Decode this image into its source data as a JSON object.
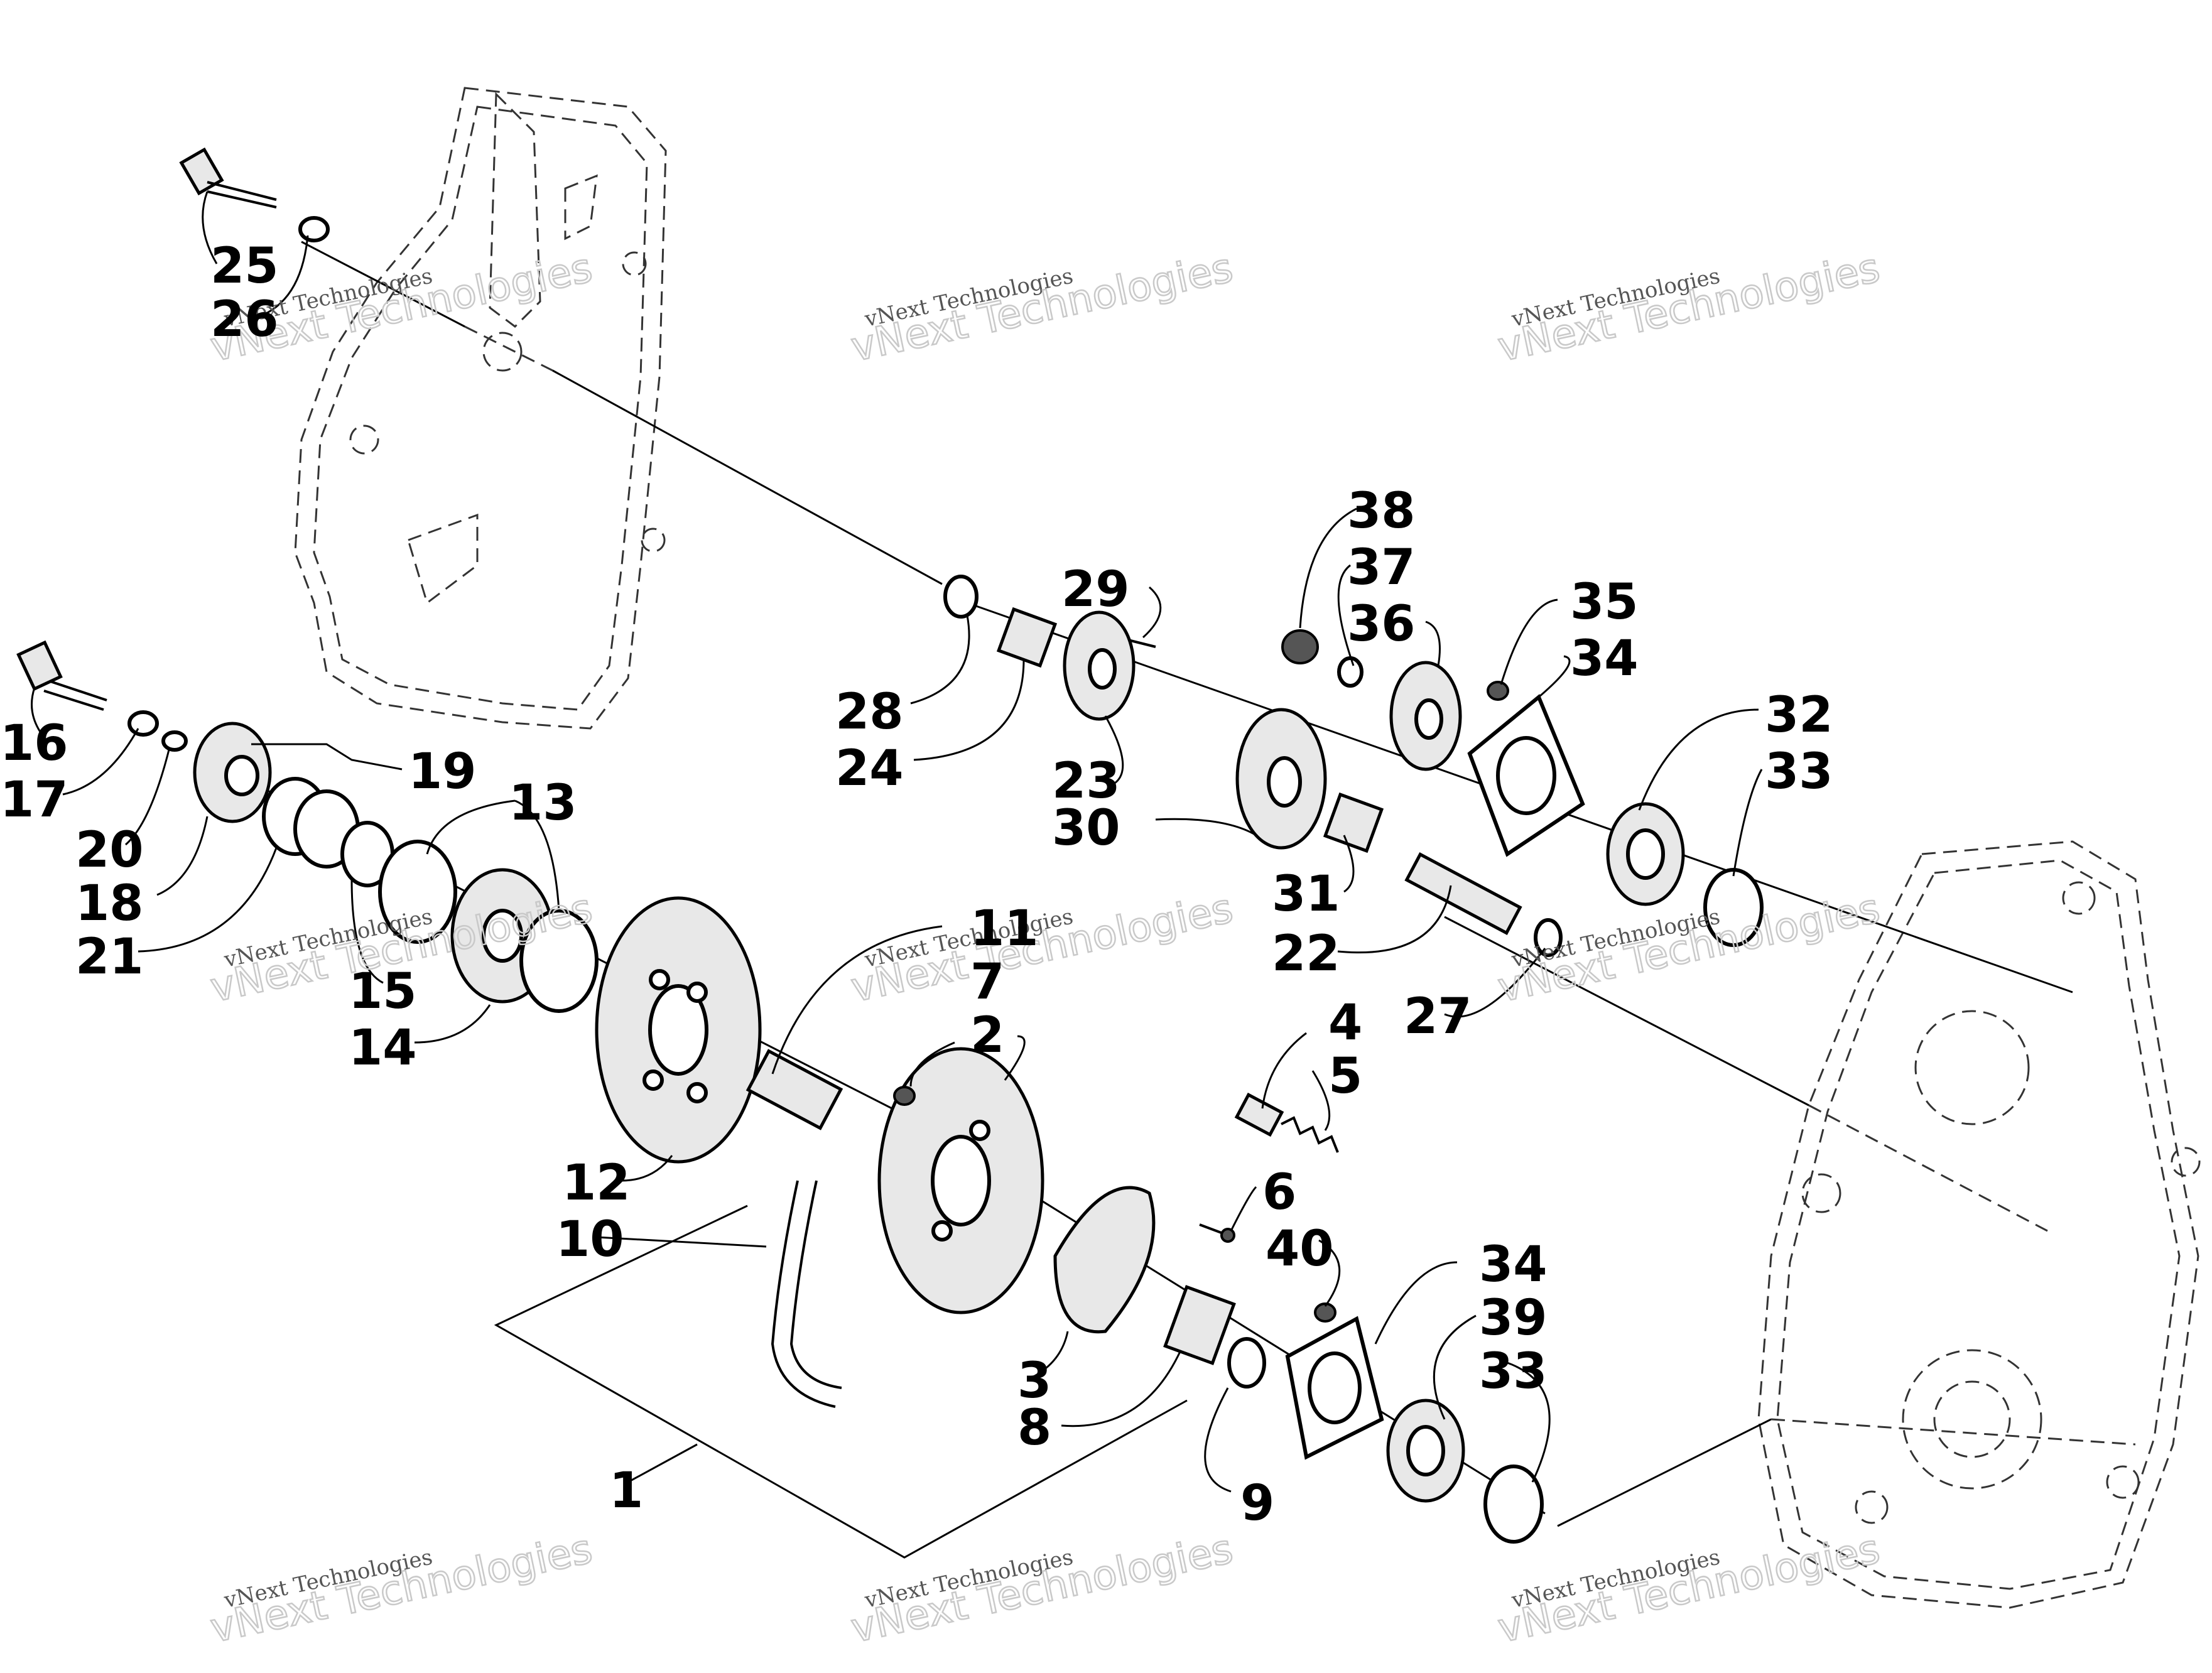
{
  "callouts": [
    {
      "id": "c25",
      "text": "25"
    },
    {
      "id": "c26",
      "text": "26"
    },
    {
      "id": "c16",
      "text": "16"
    },
    {
      "id": "c17",
      "text": "17"
    },
    {
      "id": "c19",
      "text": "19"
    },
    {
      "id": "c20",
      "text": "20"
    },
    {
      "id": "c18",
      "text": "18"
    },
    {
      "id": "c21",
      "text": "21"
    },
    {
      "id": "c13",
      "text": "13"
    },
    {
      "id": "c15",
      "text": "15"
    },
    {
      "id": "c14",
      "text": "14"
    },
    {
      "id": "c12",
      "text": "12"
    },
    {
      "id": "c11",
      "text": "11"
    },
    {
      "id": "c7",
      "text": "7"
    },
    {
      "id": "c2",
      "text": "2"
    },
    {
      "id": "c10",
      "text": "10"
    },
    {
      "id": "c1",
      "text": "1"
    },
    {
      "id": "c3",
      "text": "3"
    },
    {
      "id": "c8",
      "text": "8"
    },
    {
      "id": "c9",
      "text": "9"
    },
    {
      "id": "c6",
      "text": "6"
    },
    {
      "id": "c40",
      "text": "40"
    },
    {
      "id": "c4",
      "text": "4"
    },
    {
      "id": "c5",
      "text": "5"
    },
    {
      "id": "c34b",
      "text": "34"
    },
    {
      "id": "c39",
      "text": "39"
    },
    {
      "id": "c33b",
      "text": "33"
    },
    {
      "id": "c29",
      "text": "29"
    },
    {
      "id": "c28",
      "text": "28"
    },
    {
      "id": "c24",
      "text": "24"
    },
    {
      "id": "c23",
      "text": "23"
    },
    {
      "id": "c30",
      "text": "30"
    },
    {
      "id": "c38",
      "text": "38"
    },
    {
      "id": "c37",
      "text": "37"
    },
    {
      "id": "c36",
      "text": "36"
    },
    {
      "id": "c35",
      "text": "35"
    },
    {
      "id": "c34a",
      "text": "34"
    },
    {
      "id": "c32",
      "text": "32"
    },
    {
      "id": "c33a",
      "text": "33"
    },
    {
      "id": "c31",
      "text": "31"
    },
    {
      "id": "c22",
      "text": "22"
    },
    {
      "id": "c27",
      "text": "27"
    }
  ],
  "watermark": {
    "line1": "vNext Technologies",
    "line2": "vNext Technologies"
  }
}
